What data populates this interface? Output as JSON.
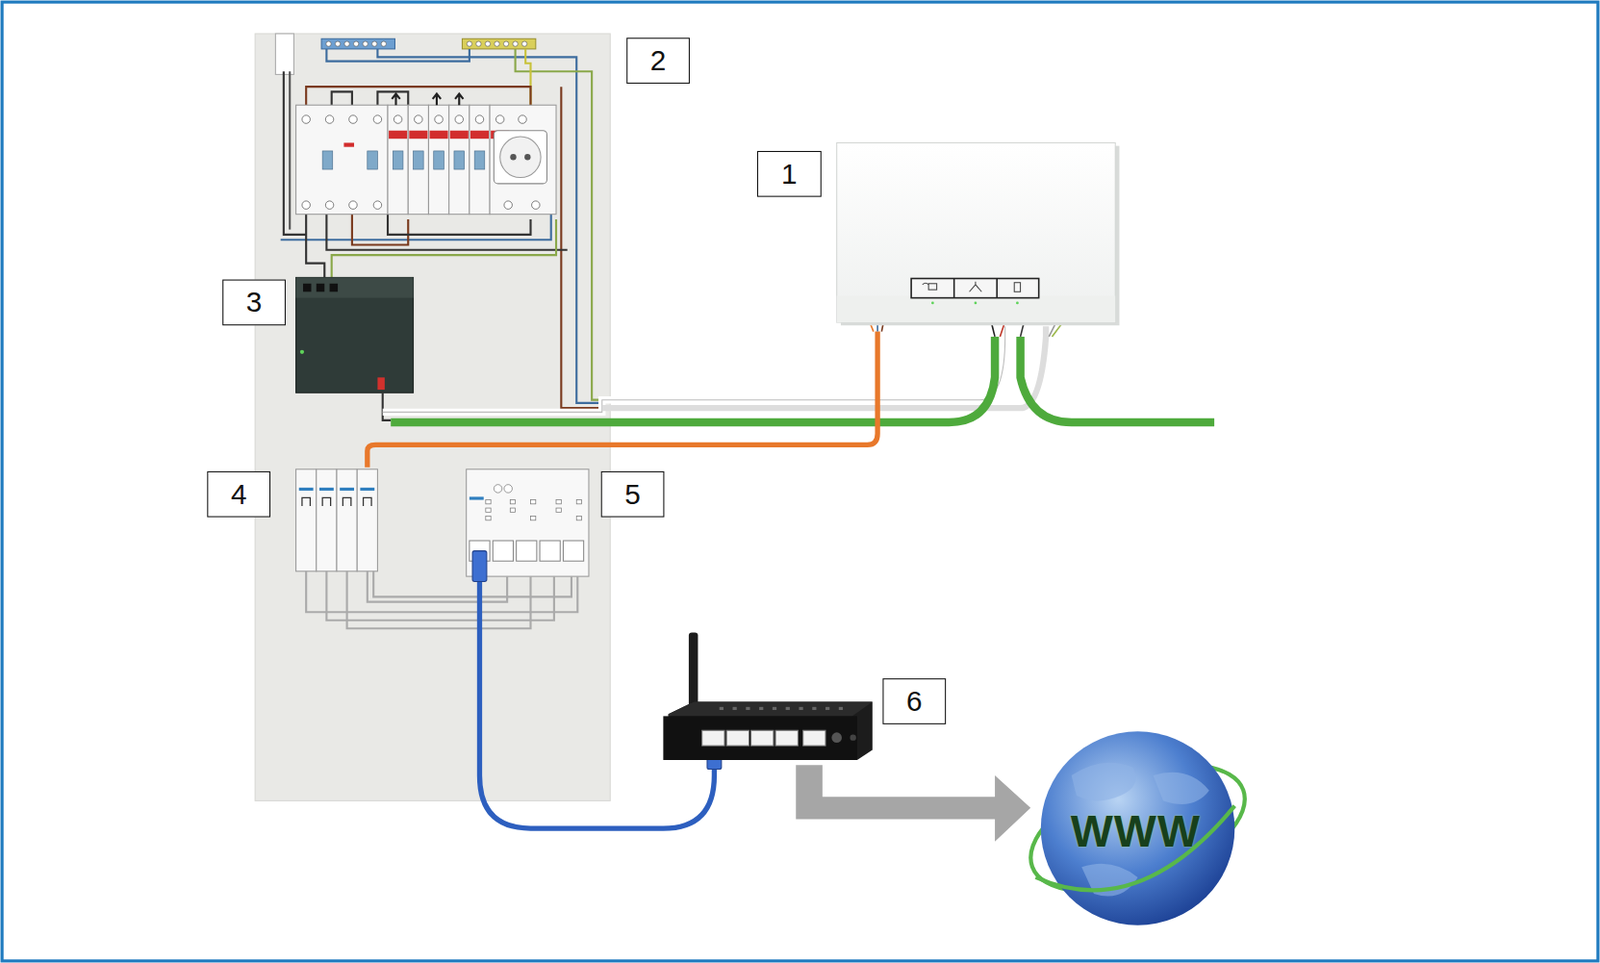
{
  "diagram": {
    "labels": [
      "2",
      "1",
      "3",
      "4",
      "5",
      "6",
      "WWW"
    ]
  }
}
